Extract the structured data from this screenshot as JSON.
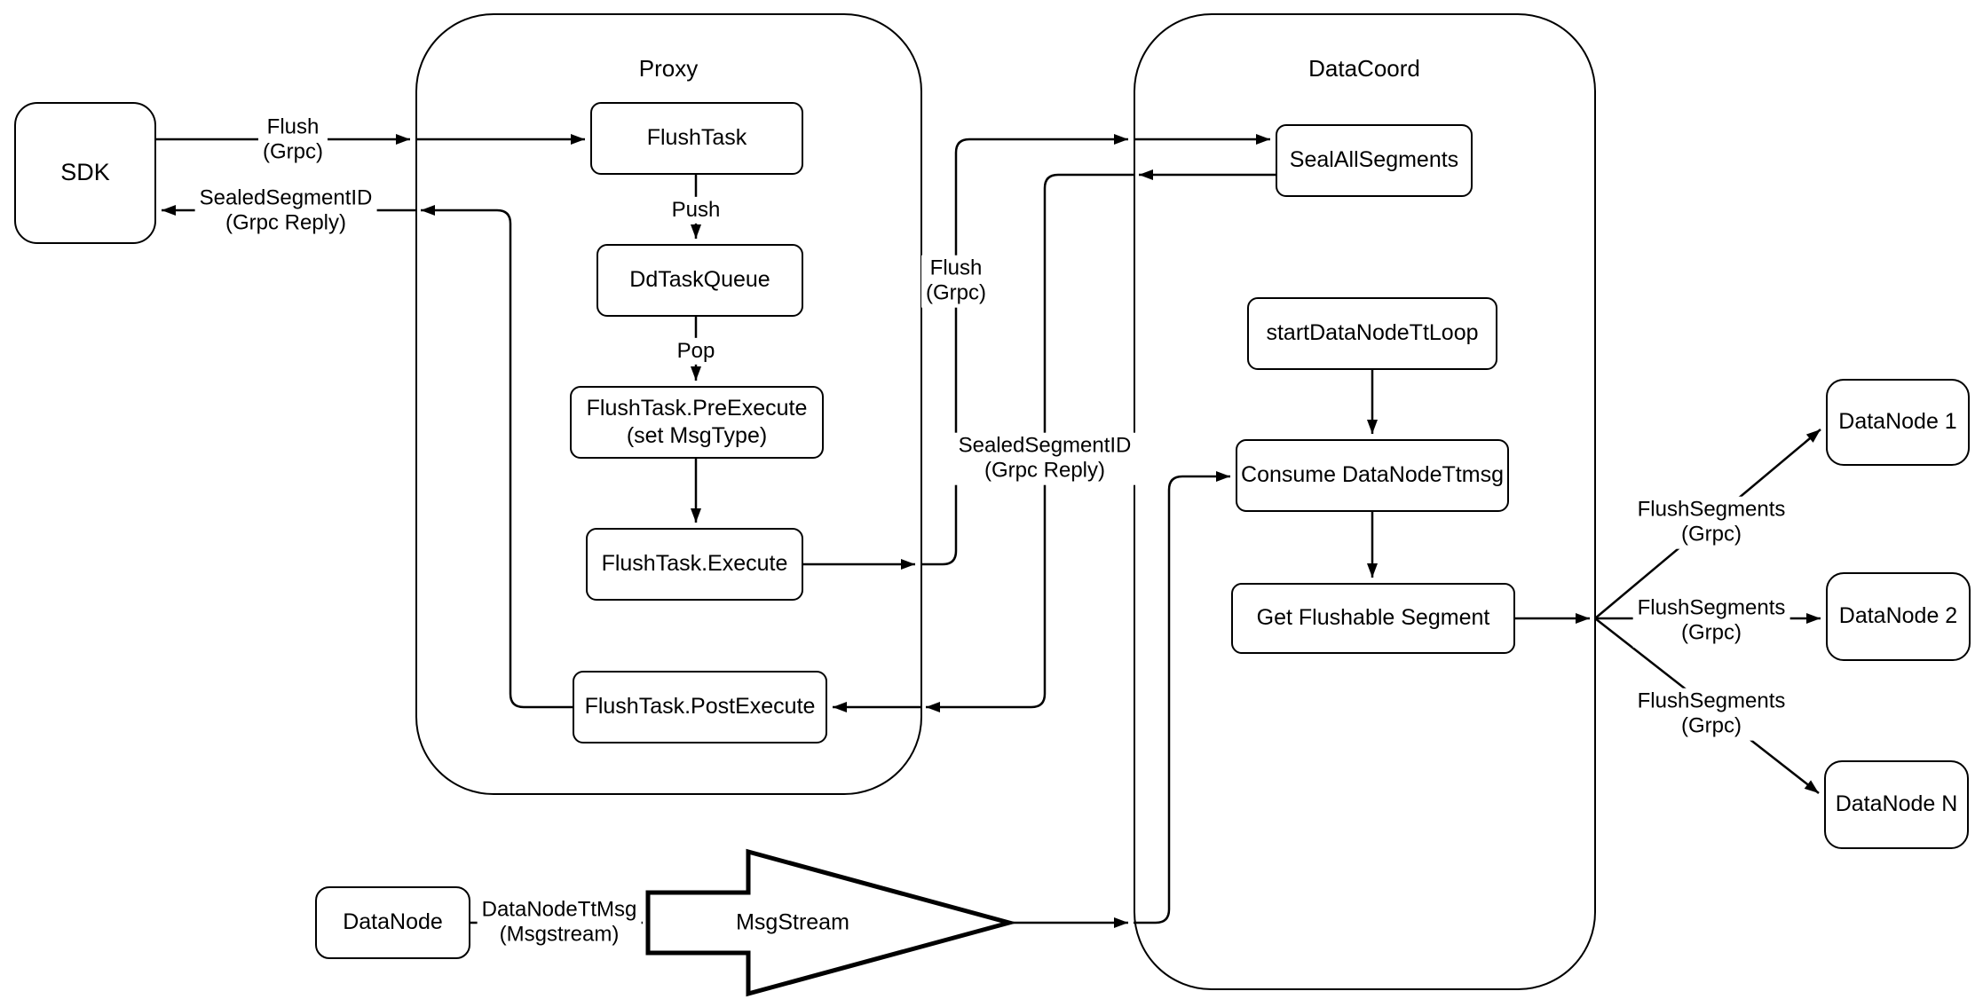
{
  "diagram": {
    "colors": {
      "background": "#ffffff",
      "stroke": "#000000"
    },
    "containers": {
      "proxy": "Proxy",
      "datacoord": "DataCoord"
    },
    "nodes": {
      "sdk": "SDK",
      "flushtask": "FlushTask",
      "ddtaskqueue": "DdTaskQueue",
      "preexecute": "FlushTask.PreExecute\n(set MsgType)",
      "execute": "FlushTask.Execute",
      "postexecute": "FlushTask.PostExecute",
      "sealallsegments": "SealAllSegments",
      "startdatanodettloop": "startDataNodeTtLoop",
      "consumedatanodettmsg": "Consume DataNodeTtmsg",
      "getflushablesegment": "Get Flushable Segment",
      "datanode1": "DataNode 1",
      "datanode2": "DataNode 2",
      "datanoden": "DataNode N",
      "datanode": "DataNode",
      "msgstream": "MsgStream"
    },
    "edge_labels": {
      "flush_grpc_sdk": "Flush\n(Grpc)",
      "sealed_segment_id_sdk": "SealedSegmentID\n(Grpc Reply)",
      "push": "Push",
      "pop": "Pop",
      "flush_grpc_datacoord": "Flush\n(Grpc)",
      "sealed_segment_id_datacoord": "SealedSegmentID\n(Grpc Reply)",
      "flushsegments_1": "FlushSegments\n(Grpc)",
      "flushsegments_2": "FlushSegments\n(Grpc)",
      "flushsegments_3": "FlushSegments\n(Grpc)",
      "datanodettmsg": "DataNodeTtMsg\n(Msgstream)"
    }
  }
}
